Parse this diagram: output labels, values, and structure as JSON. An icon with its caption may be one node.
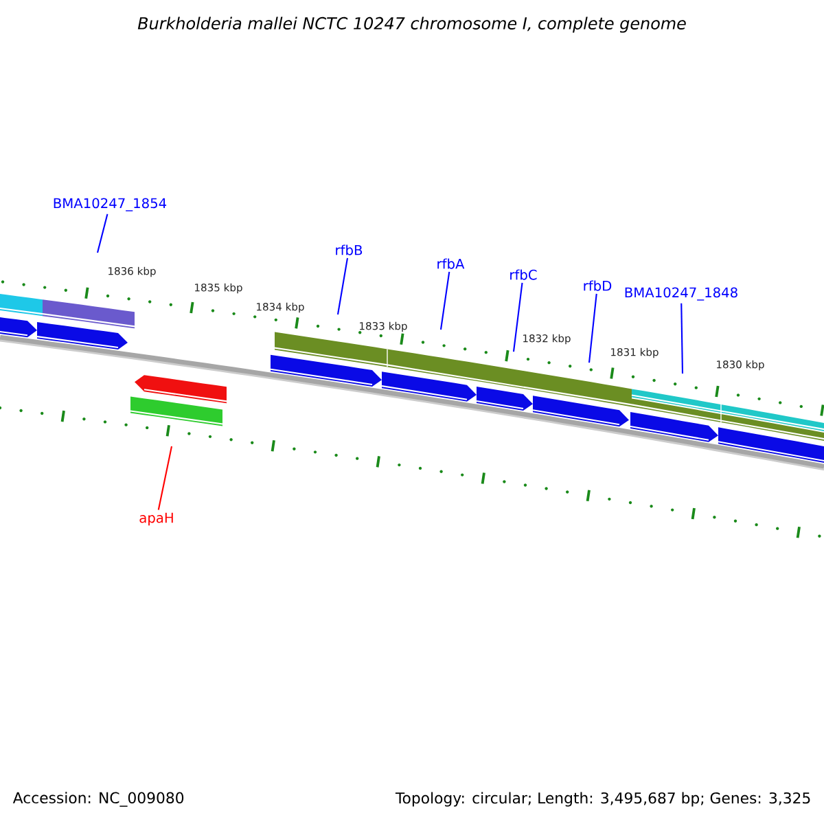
{
  "diagram": {
    "title": "Burkholderia mallei NCTC 10247 chromosome I, complete genome",
    "nodes": [
      {
        "text": [
          "BMA10247_1854"
        ]
      },
      {
        "text": [
          "rfbB"
        ]
      },
      {
        "text": [
          "rfbA"
        ]
      },
      {
        "text": [
          "rfbC"
        ]
      },
      {
        "text": [
          "rfbD"
        ]
      },
      {
        "text": [
          "BMA10247_1848"
        ]
      },
      {
        "text": [
          "apaH"
        ]
      }
    ],
    "edges": [
      {
        "from": 0,
        "to": null,
        "arrow": "none"
      },
      {
        "from": 1,
        "to": null,
        "arrow": "none"
      },
      {
        "from": 2,
        "to": null,
        "arrow": "none"
      },
      {
        "from": 3,
        "to": null,
        "arrow": "none"
      },
      {
        "from": 4,
        "to": null,
        "arrow": "none"
      },
      {
        "from": 5,
        "to": null,
        "arrow": "none"
      },
      {
        "from": 6,
        "to": null,
        "arrow": "none",
        "color": "#ff0000"
      }
    ],
    "labels": [
      "1836 kbp",
      "1835 kbp",
      "1834 kbp",
      "1833 kbp",
      "1832 kbp",
      "1831 kbp",
      "1830 kbp",
      "Accession: NC_009080",
      "Topology: circular; Length: 3,495,687 bp; Genes: 3,325"
    ]
  }
}
